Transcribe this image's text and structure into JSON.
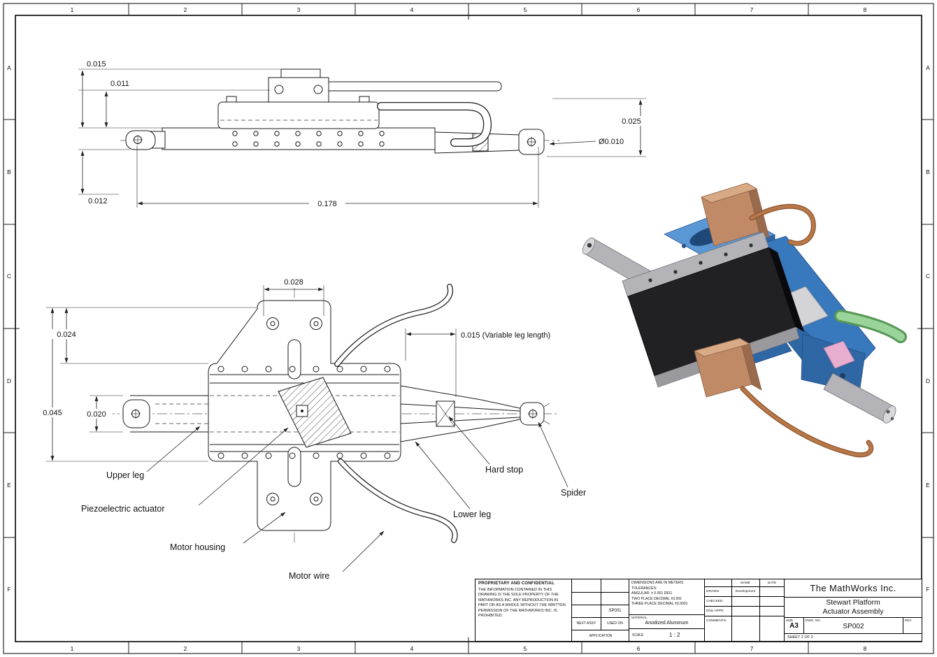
{
  "sheet": {
    "zone_cols": [
      "1",
      "2",
      "3",
      "4",
      "5",
      "6",
      "7",
      "8"
    ],
    "zone_rows": [
      "A",
      "B",
      "C",
      "D",
      "E",
      "F"
    ]
  },
  "side_view": {
    "dim_0015": "0.015",
    "dim_0011": "0.011",
    "dim_0012": "0.012",
    "dim_0178": "0.178",
    "dim_0025": "0.025",
    "dim_dia_0010": "Ø0.010"
  },
  "top_view": {
    "dim_0028": "0.028",
    "dim_0024": "0.024",
    "dim_0045": "0.045",
    "dim_0020": "0.020",
    "dim_0015_var": "0.015 (Variable leg length)",
    "label_upper_leg": "Upper leg",
    "label_piezo": "Piezoelectric actuator",
    "label_motor_housing": "Motor housing",
    "label_motor_wire": "Motor wire",
    "label_hard_stop": "Hard stop",
    "label_lower_leg": "Lower leg",
    "label_spider": "Spider"
  },
  "palette": {
    "frame_blue": "#3878bc",
    "frame_blue_light": "#5b97d4",
    "frame_blue_dark": "#2f66a4",
    "piezo_black": "#212124",
    "copper": "#c08a66",
    "copper_light": "#d8aa86",
    "copper_dark": "#9a6a4c",
    "steel": "#b4b4b8",
    "green": "#9ad49a",
    "pink": "#e8aed0",
    "wire_copper": "#b87848"
  },
  "title_block": {
    "proprietary_heading": "PROPRIETARY AND CONFIDENTIAL",
    "proprietary_body": "THE INFORMATION CONTAINED IN THIS DRAWING IS THE SOLE PROPERTY OF THE MATHWORKS INC.  ANY REPRODUCTION IN PART OR AS A WHOLE WITHOUT THE WRITTEN PERMISSION OF THE MATHWORKS INC. IS PROHIBITED.",
    "next_assy_value": "SP001",
    "next_assy_label": "NEXT ASSY",
    "used_on_label": "USED ON",
    "application_label": "APPLICATION",
    "dims_line1": "DIMENSIONS ARE IN METERS",
    "dims_line2": "TOLERANCES:",
    "dims_line3": "ANGULAR: ± 0.001 DEG",
    "dims_line4": "TWO PLACE DECIMAL    ±0.001",
    "dims_line5": "THREE PLACE DECIMAL ±0.0001",
    "material_label": "MATERIAL",
    "material_value": "Anodized Aluminum",
    "scale_label": "SCALE",
    "scale_value": "1 : 2",
    "name_col": "NAME",
    "date_col": "DATE",
    "drawn_label": "DRAWN",
    "drawn_name": "Development",
    "checked_label": "CHECKED",
    "eng_appr_label": "ENG APPR.",
    "comments_label": "COMMENTS:",
    "company": "The MathWorks Inc.",
    "drawing_title_line1": "Stewart Platform",
    "drawing_title_line2": "Actuator Assembly",
    "size_label": "SIZE",
    "size_value": "A3",
    "dwg_no_label": "DWG. NO.",
    "dwg_no_value": "SP002",
    "rev_label": "REV",
    "sheet_label": "SHEET 2 OF 2"
  }
}
